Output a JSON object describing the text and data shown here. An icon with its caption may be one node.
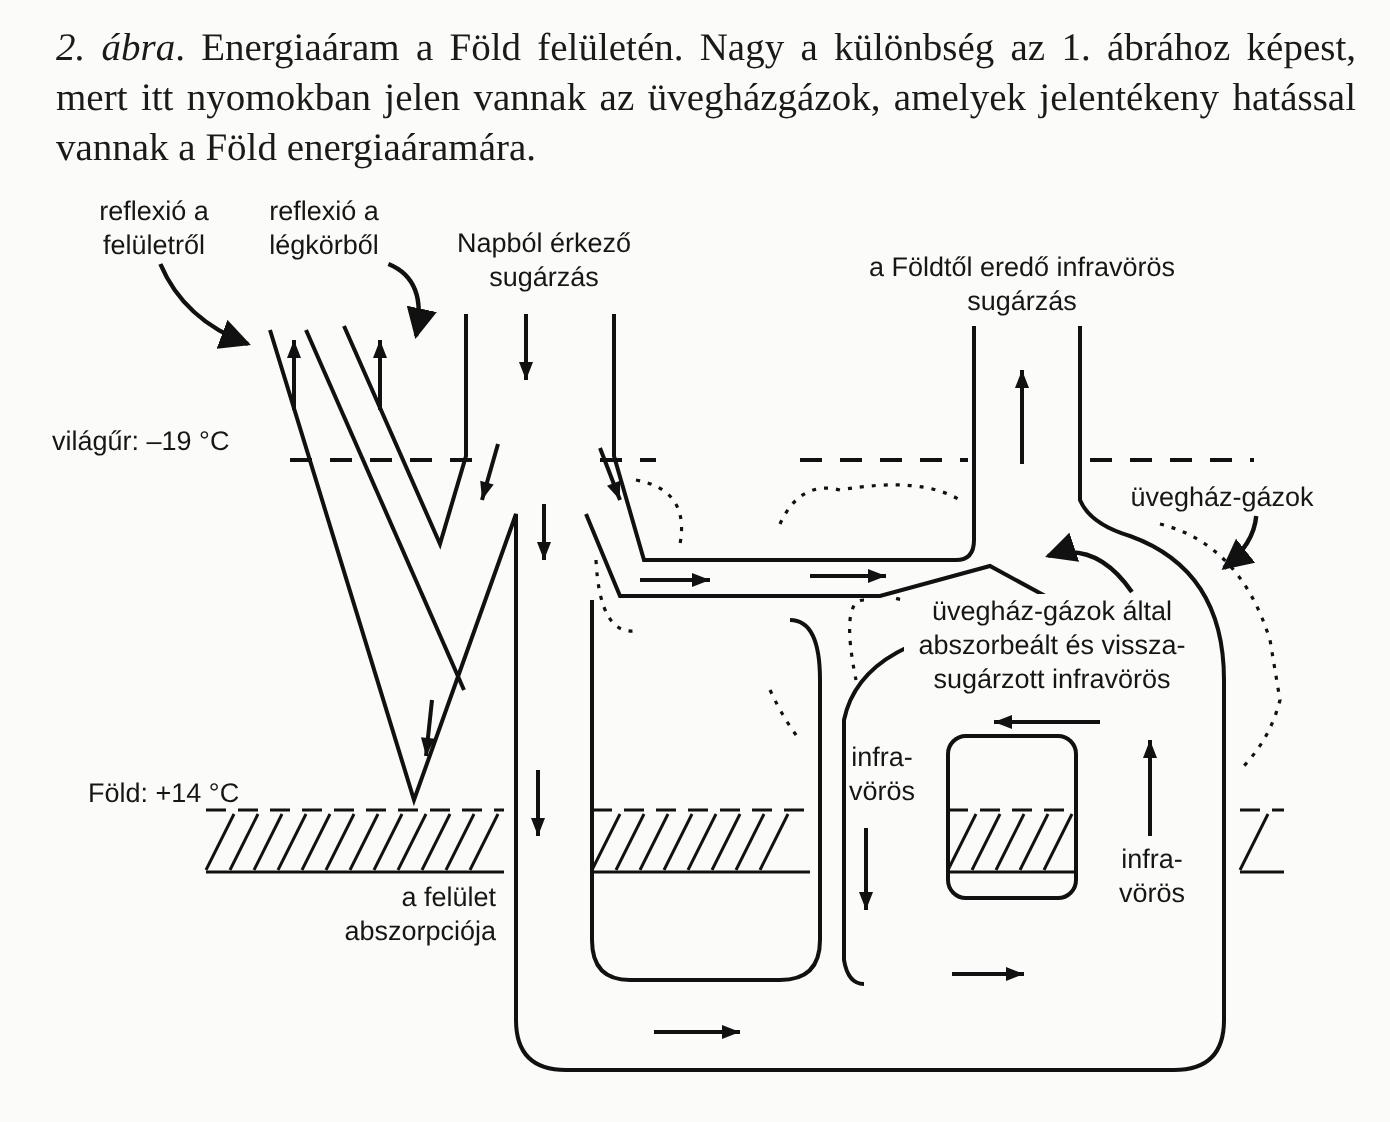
{
  "diagram": {
    "caption": "*2. ábra*. Energiaáram a Föld felületén. Nagy a különbség az 1. ábrához képest, mert itt nyomokban jelen vannak az üvegházgázok, amelyek jelentékeny hatással vannak a Föld energiaáramára.",
    "nodes": [
      {
        "text": [
          "reflexió a felületről"
        ]
      },
      {
        "text": [
          "reflexió a légkörből"
        ]
      },
      {
        "text": [
          "üvegház-gázok"
        ]
      },
      {
        "text": [
          "üvegház-gázok által abszorbeált és vissza- sugárzott infravörös"
        ]
      }
    ],
    "edges": [
      {
        "from": 0,
        "to": null,
        "arrow": "to"
      },
      {
        "from": 1,
        "to": null,
        "arrow": "to"
      },
      {
        "from": 2,
        "to": null,
        "arrow": "to"
      },
      {
        "from": 3,
        "to": null,
        "arrow": "to"
      }
    ],
    "labels": [
      "Napból érkező sugárzás",
      "a Földtől eredő infravörös sugárzás",
      "világűr: –19 °C",
      "infra- vörös",
      "Föld: +14 °C",
      "a felület abszorpciója",
      "infra- vörös"
    ]
  }
}
